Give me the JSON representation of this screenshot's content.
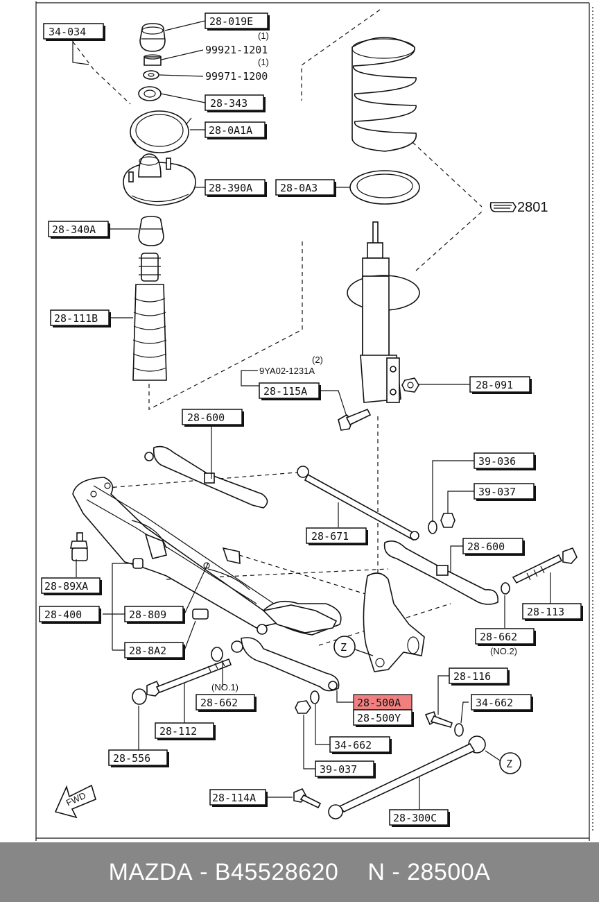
{
  "parts": [
    {
      "code": "34-034"
    },
    {
      "code": "28-019E"
    },
    {
      "code": "99921-1201",
      "qty": "(1)"
    },
    {
      "code": "99971-1200",
      "qty": "(1)"
    },
    {
      "code": "28-343"
    },
    {
      "code": "28-0A1A"
    },
    {
      "code": "28-390A"
    },
    {
      "code": "28-0A3"
    },
    {
      "code": "28-340A"
    },
    {
      "code": "28-111B"
    },
    {
      "code": "9YA02-1231A",
      "qty": "(2)"
    },
    {
      "code": "28-115A"
    },
    {
      "code": "28-091"
    },
    {
      "code": "28-600"
    },
    {
      "code": "39-036"
    },
    {
      "code": "39-037"
    },
    {
      "code": "28-671"
    },
    {
      "code": "28-600"
    },
    {
      "code": "28-113"
    },
    {
      "code": "28-89XA"
    },
    {
      "code": "28-400"
    },
    {
      "code": "28-809"
    },
    {
      "code": "28-8A2"
    },
    {
      "code": "28-662",
      "note": "(NO.2)"
    },
    {
      "code": "28-662",
      "note": "(NO.1)"
    },
    {
      "code": "28-116"
    },
    {
      "code": "34-662"
    },
    {
      "code": "28-500A",
      "highlighted": true
    },
    {
      "code": "28-500Y"
    },
    {
      "code": "34-662"
    },
    {
      "code": "28-112"
    },
    {
      "code": "28-556"
    },
    {
      "code": "39-037"
    },
    {
      "code": "28-114A"
    },
    {
      "code": "28-300C"
    }
  ],
  "section_ref": "2801",
  "detail_marker": "Z",
  "direction_label": "FWD",
  "highlight_color": "#f08080",
  "footer": {
    "brand": "MAZDA",
    "part_number": "B45528620",
    "catalog_ref": "N - 28500A"
  }
}
